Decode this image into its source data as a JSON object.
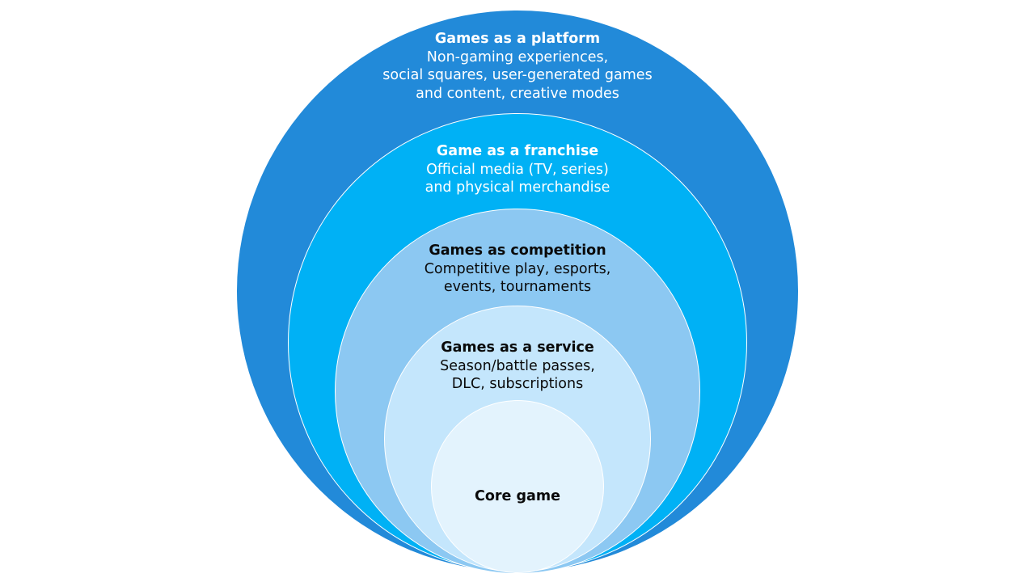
{
  "layers": {
    "platform": {
      "title": "Games as a platform",
      "description": "Non-gaming experiences,\nsocial squares, user-generated games\nand content, creative modes",
      "color": "#228ad9"
    },
    "franchise": {
      "title": "Game as a franchise",
      "description": "Official media (TV, series)\nand physical merchandise",
      "color": "#00b1f5"
    },
    "competition": {
      "title": "Games as competition",
      "description": "Competitive play, esports,\nevents, tournaments",
      "color": "#8cc8f2"
    },
    "service": {
      "title": "Games as a service",
      "description": "Season/battle passes,\nDLC, subscriptions",
      "color": "#c4e6fc"
    },
    "core": {
      "title": "Core game",
      "color": "#e3f3fd"
    }
  }
}
